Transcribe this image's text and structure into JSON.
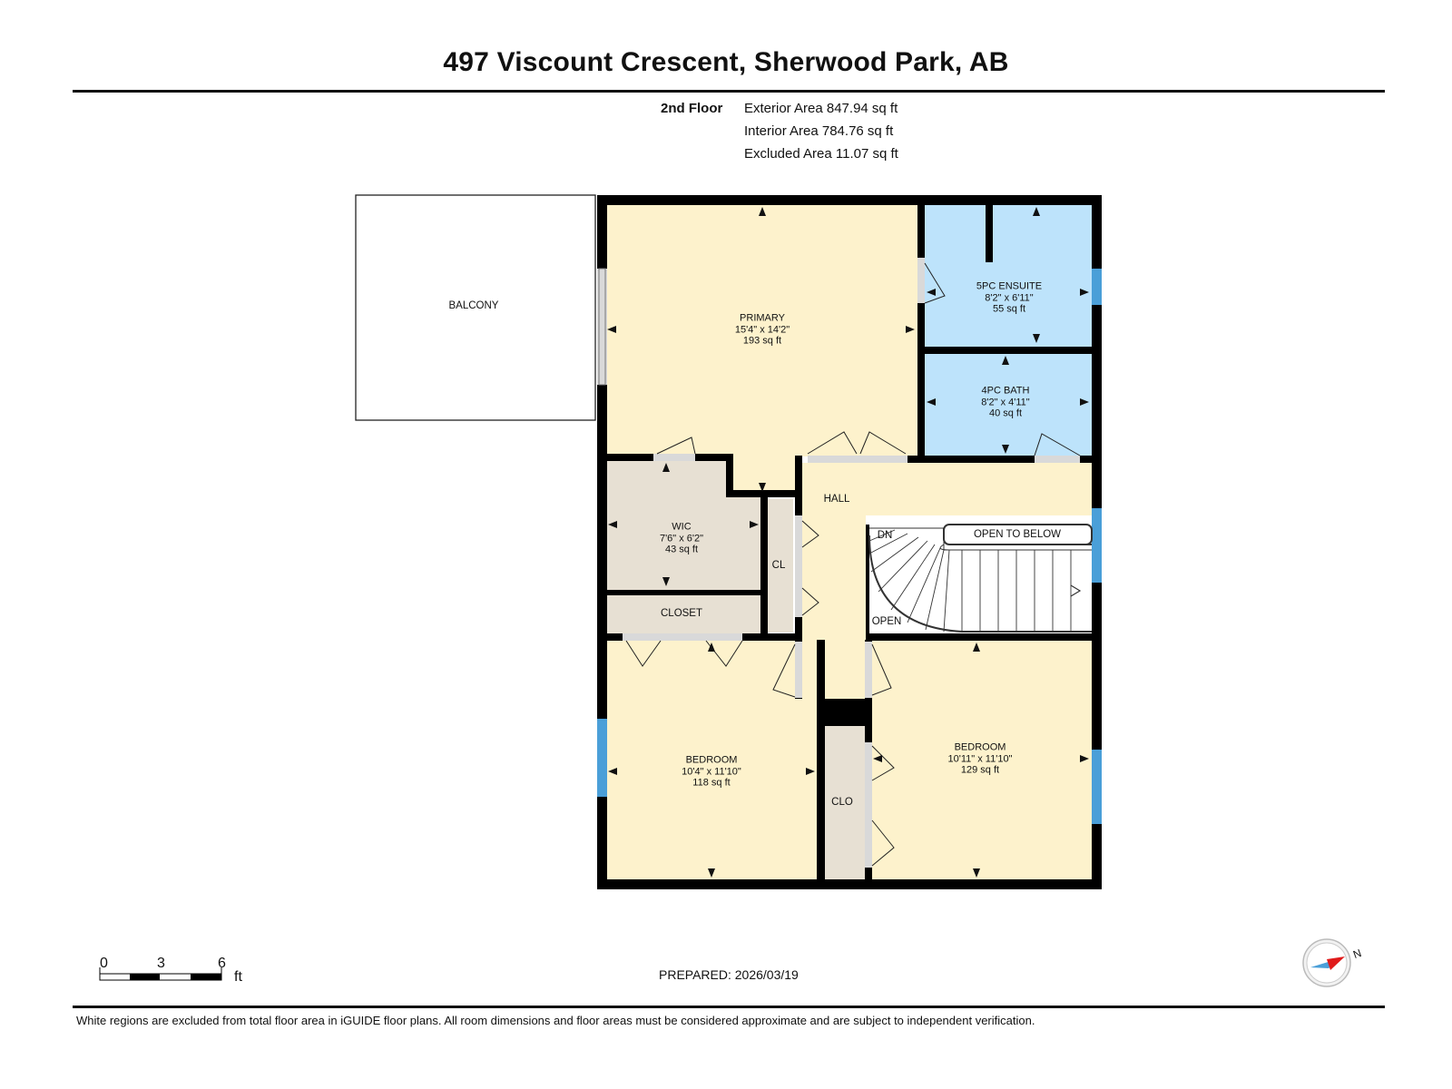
{
  "header": {
    "title": "497 Viscount Crescent, Sherwood Park, AB",
    "floor_label": "2nd Floor",
    "areas": [
      "Exterior Area 847.94 sq ft",
      "Interior Area 784.76 sq ft",
      "Excluded Area 11.07 sq ft"
    ]
  },
  "rooms": {
    "balcony": {
      "name": "BALCONY"
    },
    "primary": {
      "name": "PRIMARY",
      "dims": "15'4\" x 14'2\"",
      "area": "193 sq ft"
    },
    "ensuite": {
      "name": "5PC ENSUITE",
      "dims": "8'2\" x 6'11\"",
      "area": "55 sq ft"
    },
    "bath": {
      "name": "4PC BATH",
      "dims": "8'2\" x 4'11\"",
      "area": "40 sq ft"
    },
    "wic": {
      "name": "WIC",
      "dims": "7'6\" x 6'2\"",
      "area": "43 sq ft"
    },
    "cl": {
      "name": "CL"
    },
    "hall": {
      "name": "HALL"
    },
    "closet": {
      "name": "CLOSET"
    },
    "dn": {
      "name": "DN"
    },
    "open_below": {
      "name": "OPEN TO BELOW"
    },
    "open": {
      "name": "OPEN"
    },
    "bedroom_left": {
      "name": "BEDROOM",
      "dims": "10'4\" x 11'10\"",
      "area": "118 sq ft"
    },
    "clo": {
      "name": "CLO"
    },
    "bedroom_right": {
      "name": "BEDROOM",
      "dims": "10'11\" x 11'10\"",
      "area": "129 sq ft"
    }
  },
  "scale": {
    "ticks": [
      "0",
      "3",
      "6"
    ],
    "unit": "ft"
  },
  "footer": {
    "prepared": "PREPARED: 2026/03/19",
    "disclaimer": "White regions are excluded from total floor area in iGUIDE floor plans. All room dimensions and floor areas must be considered approximate and are subject to independent verification."
  },
  "compass": {
    "label": "N",
    "icon": "compass-icon"
  },
  "colors": {
    "primary_fill": "#fdf2cc",
    "bath_fill": "#bde3fb",
    "closet_fill": "#e7e0d3",
    "wall": "#000000",
    "window": "#4a9fd8"
  }
}
